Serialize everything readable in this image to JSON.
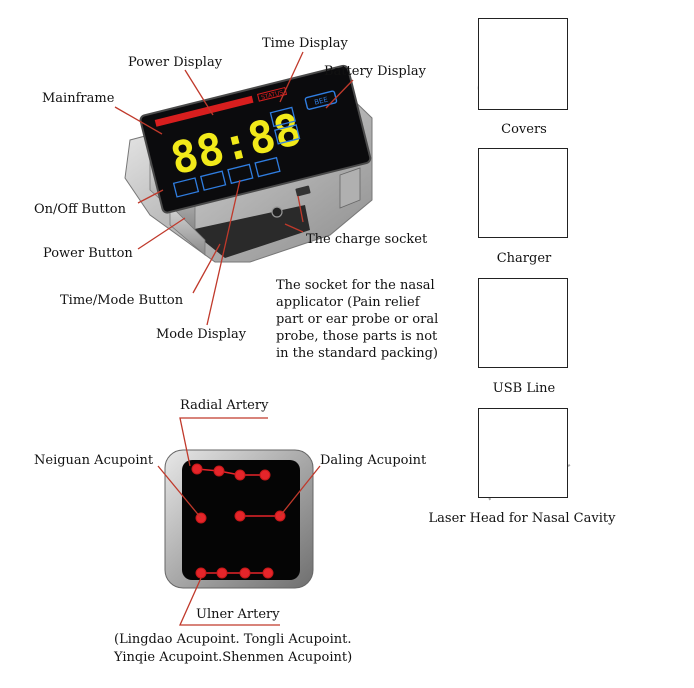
{
  "device_labels": {
    "time_display": "Time Display",
    "power_display": "Power Display",
    "battery_display": "Battery Display",
    "mainframe": "Mainframe",
    "onoff_button": "On/Off Button",
    "power_button": "Power Button",
    "time_mode_button": "Time/Mode Button",
    "mode_display": "Mode Display",
    "charge_socket": "The charge socket",
    "nasal_socket": "The socket for the nasal applicator (Pain relief part or ear probe or oral probe, those parts is not in the standard packing)"
  },
  "screen": {
    "digits": "88:88",
    "status_text": "STATUS",
    "battery_text": "BEE",
    "colors": {
      "digits": "#f2ea1a",
      "bar": "#d81e1e",
      "bg": "#0b0b0d",
      "icons": "#2f7de0"
    }
  },
  "accessories": [
    {
      "label": "Covers",
      "icon": "covers-icon"
    },
    {
      "label": "Charger",
      "icon": "charger-icon"
    },
    {
      "label": "USB Line",
      "icon": "usb-line-icon"
    },
    {
      "label": "Laser Head for Nasal Cavity",
      "icon": "laser-head-icon"
    }
  ],
  "acupoint_labels": {
    "radial_artery": "Radial Artery",
    "neiguan": "Neiguan Acupoint",
    "daling": "Daling Acupoint",
    "ulner_artery": "Ulner Artery",
    "note_line1": "(Lingdao Acupoint. Tongli Acupoint.",
    "note_line2": "Yinqie Acupoint.Shenmen Acupoint)"
  },
  "colors": {
    "leader_lines": "#c0392b",
    "laser_dots": "#e5252a",
    "dot_border": "#c41818"
  }
}
